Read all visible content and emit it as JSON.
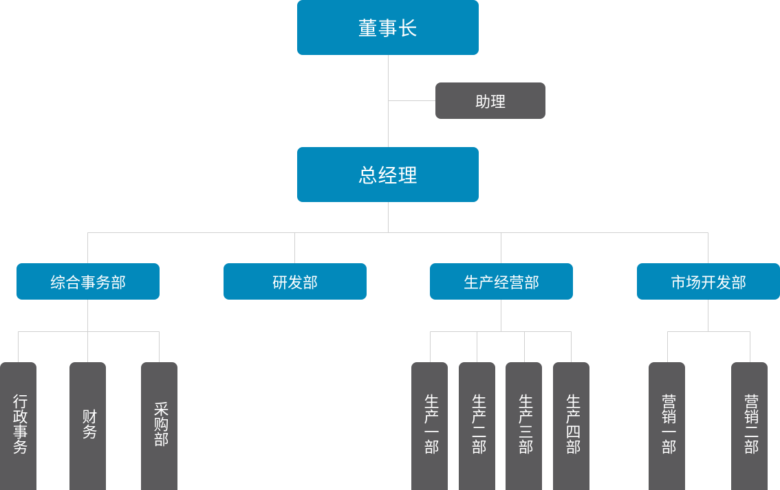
{
  "org_chart": {
    "chairman": "董事长",
    "assistant": "助理",
    "general_manager": "总经理",
    "departments": [
      {
        "label": "综合事务部",
        "children": [
          "行政事务",
          "财务",
          "采购部"
        ]
      },
      {
        "label": "研发部",
        "children": []
      },
      {
        "label": "生产经营部",
        "children": [
          "生产一部",
          "生产二部",
          "生产三部",
          "生产四部"
        ]
      },
      {
        "label": "市场开发部",
        "children": [
          "营销一部",
          "营销二部"
        ]
      }
    ]
  },
  "colors": {
    "primary_node": "#0289bb",
    "secondary_node": "#5b5a5c",
    "connector": "#d0d0d0"
  }
}
